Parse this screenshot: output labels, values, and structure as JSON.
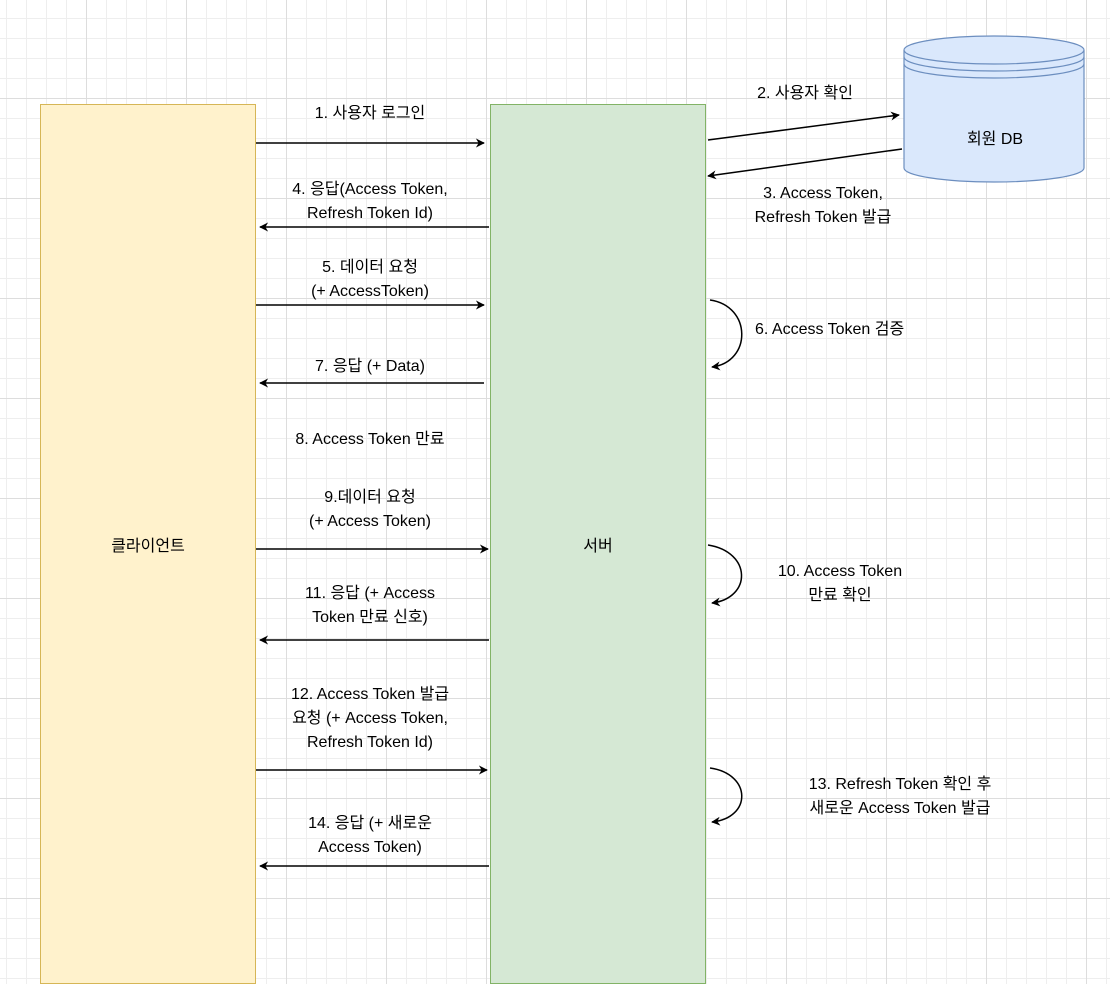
{
  "participants": {
    "client": "클라이언트",
    "server": "서버",
    "db": "회원 DB"
  },
  "colors": {
    "client_fill": "#fff2cc",
    "client_stroke": "#d6b656",
    "server_fill": "#d5e8d4",
    "server_stroke": "#82b366",
    "db_fill": "#dae8fc",
    "db_stroke": "#6c8ebf"
  },
  "steps": {
    "s1": "1. 사용자 로그인",
    "s2": "2. 사용자 확인",
    "s3": [
      "3. Access Token,",
      "Refresh Token 발급"
    ],
    "s4": [
      "4. 응답(Access Token,",
      "Refresh Token Id)"
    ],
    "s5": [
      "5. 데이터 요청",
      "(+ AccessToken)"
    ],
    "s6": "6. Access Token 검증",
    "s7": "7. 응답 (+ Data)",
    "s8": "8. Access Token 만료",
    "s9": [
      "9.데이터 요청",
      "(+ Access Token)"
    ],
    "s10": [
      "10. Access Token",
      "만료 확인"
    ],
    "s11": [
      "11. 응답 (+ Access",
      "Token 만료 신호)"
    ],
    "s12": [
      "12. Access Token 발급",
      "요청 (+ Access Token,",
      "Refresh Token Id)"
    ],
    "s13": [
      "13. Refresh Token 확인 후",
      "새로운 Access Token 발급"
    ],
    "s14": [
      "14. 응답 (+ 새로운",
      "Access Token)"
    ]
  }
}
